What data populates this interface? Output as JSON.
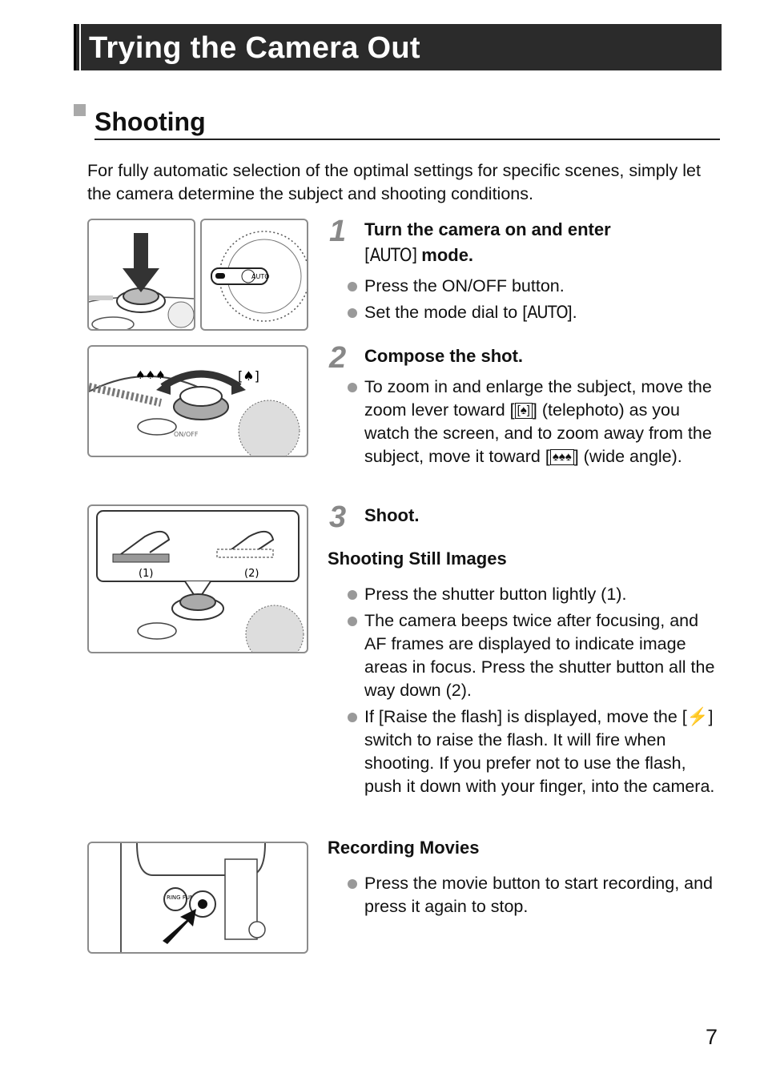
{
  "header": {
    "title": "Trying the Camera Out"
  },
  "section": {
    "title": "Shooting",
    "intro": "For fully automatic selection of the optimal settings for specific scenes, simply let the camera determine the subject and shooting conditions."
  },
  "steps": [
    {
      "number": "1",
      "title_line1": "Turn the camera on and enter",
      "title_icon": "[AUTO]",
      "title_line2_rest": " mode.",
      "bullets": [
        {
          "text": "Press the ON/OFF button."
        },
        {
          "pre": "Set the mode dial to [",
          "icon": "AUTO",
          "post": "]."
        }
      ]
    },
    {
      "number": "2",
      "title": "Compose the shot.",
      "bullets": [
        {
          "p1": "To zoom in and enlarge the subject, move the zoom lever toward [",
          "icon1": "[♠]",
          "p2": "] (telephoto) as you watch the screen, and to zoom away from the subject, move it toward [",
          "icon2": "♠♠♠",
          "p3": "] (wide angle)."
        }
      ]
    },
    {
      "number": "3",
      "title": "Shoot.",
      "still": {
        "title": "Shooting Still Images",
        "bullets": [
          {
            "text": "Press the shutter button lightly (1)."
          },
          {
            "text": "The camera beeps twice after focusing, and AF frames are displayed to indicate image areas in focus. Press the shutter button all the way down (2)."
          },
          {
            "pre": "If [Raise the flash] is displayed, move the [",
            "icon": "⚡",
            "post": "] switch to raise the flash. It will fire when shooting. If you prefer not to use the flash, push it down with your finger, into the camera."
          }
        ]
      },
      "movies": {
        "title": "Recording Movies",
        "bullets": [
          {
            "text": "Press the movie button to start recording, and press it again to stop."
          }
        ]
      }
    }
  ],
  "figures": {
    "shutter_labels": [
      "(1)",
      "(2)"
    ],
    "dial_auto_label": "AUTO",
    "onoff_label": "ON/OFF",
    "ring_func_label": "RING FUNC."
  },
  "icons": {
    "step1_fig_a": "shutter-press-arrow-icon",
    "step1_fig_b": "mode-dial-icon",
    "step2_fig": "zoom-lever-icon",
    "step3_fig": "shutter-half-full-press-icon",
    "movie_fig": "movie-button-icon"
  },
  "page": {
    "number": "7"
  }
}
